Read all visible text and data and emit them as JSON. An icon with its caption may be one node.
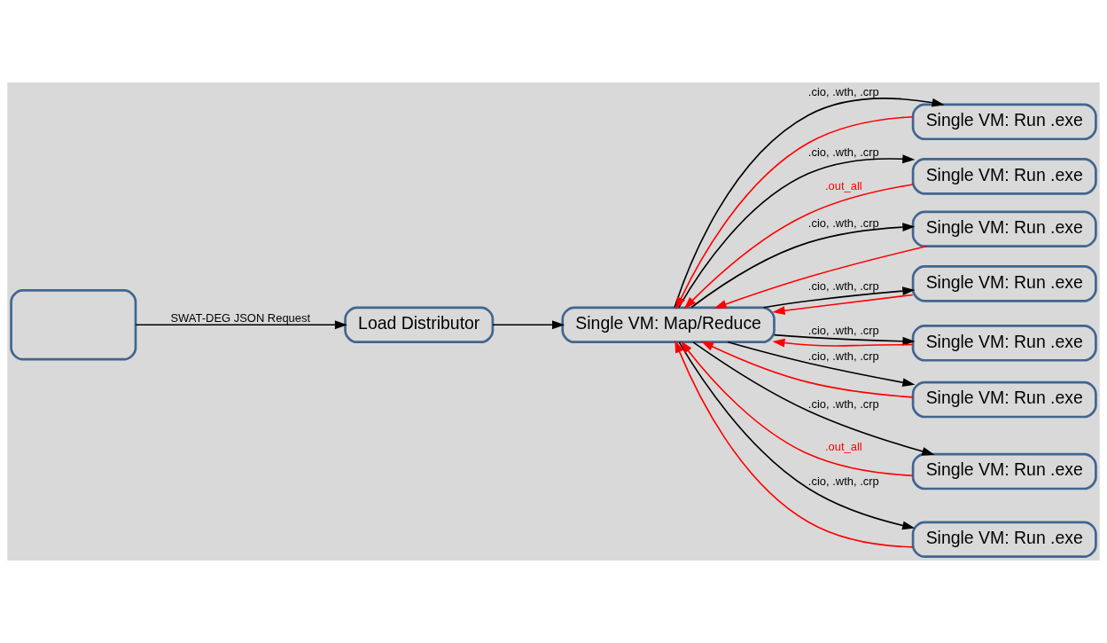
{
  "diagram": {
    "nodes": [
      {
        "text": [],
        "shape": "box"
      },
      {
        "text": [
          "Load Distributor"
        ]
      },
      {
        "text": [
          "Single VM: Map/Reduce"
        ]
      },
      {
        "text": [
          "Single VM: Run .exe"
        ]
      },
      {
        "text": [
          "Single VM: Run .exe"
        ]
      },
      {
        "text": [
          "Single VM: Run .exe"
        ]
      },
      {
        "text": [
          "Single VM: Run .exe"
        ]
      },
      {
        "text": [
          "Single VM: Run .exe"
        ]
      },
      {
        "text": [
          "Single VM: Run .exe"
        ]
      },
      {
        "text": [
          "Single VM: Run .exe"
        ]
      },
      {
        "text": [
          "Single VM: Run .exe"
        ]
      }
    ],
    "edges": [
      {
        "from": 0,
        "to": 1,
        "arrow": "to",
        "label": "SWAT-DEG JSON Request"
      },
      {
        "from": 1,
        "to": 2,
        "arrow": "to"
      },
      {
        "from": 2,
        "to": 3,
        "arrow": "to",
        "label": ".cio, .wth, .crp"
      },
      {
        "from": 2,
        "to": 4,
        "arrow": "to",
        "label": ".cio, .wth, .crp"
      },
      {
        "from": 2,
        "to": 5,
        "arrow": "to",
        "label": ".cio, .wth, .crp"
      },
      {
        "from": 2,
        "to": 6,
        "arrow": "to",
        "label": ".cio, .wth, .crp"
      },
      {
        "from": 2,
        "to": 7,
        "arrow": "to",
        "label": ".cio, .wth, .crp"
      },
      {
        "from": 2,
        "to": 8,
        "arrow": "to",
        "label": ".cio, .wth, .crp"
      },
      {
        "from": 2,
        "to": 9,
        "arrow": "to",
        "label": ".cio, .wth, .crp"
      },
      {
        "from": 2,
        "to": 10,
        "arrow": "to",
        "label": ".cio, .wth, .crp"
      },
      {
        "from": 3,
        "to": 2,
        "arrow": "to",
        "color": "#ff0000"
      },
      {
        "from": 4,
        "to": 2,
        "arrow": "to",
        "color": "#ff0000",
        "label": ".out_all"
      },
      {
        "from": 5,
        "to": 2,
        "arrow": "to",
        "color": "#ff0000"
      },
      {
        "from": 6,
        "to": 2,
        "arrow": "to",
        "color": "#ff0000"
      },
      {
        "from": 7,
        "to": 2,
        "arrow": "to",
        "color": "#ff0000"
      },
      {
        "from": 8,
        "to": 2,
        "arrow": "to",
        "color": "#ff0000"
      },
      {
        "from": 9,
        "to": 2,
        "arrow": "to",
        "color": "#ff0000",
        "label": ".out_all"
      },
      {
        "from": 10,
        "to": 2,
        "arrow": "to",
        "color": "#ff0000"
      }
    ]
  }
}
